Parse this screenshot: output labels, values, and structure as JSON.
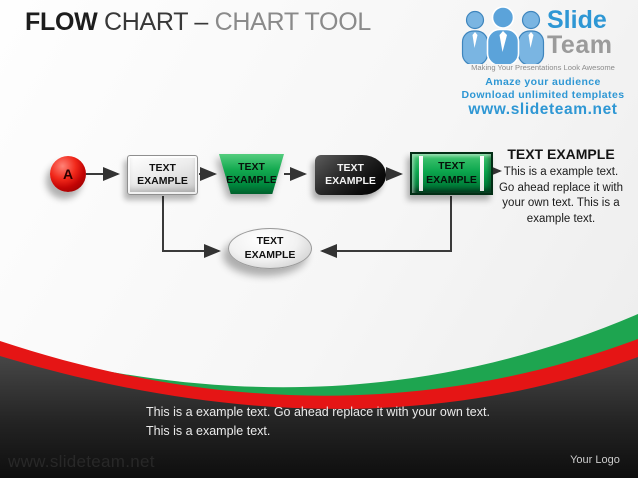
{
  "title": {
    "part1": "FLOW",
    "part2": " CHART – ",
    "part3": "CHART TOOL"
  },
  "logo": {
    "brand_top": "Slide",
    "brand_bottom": "Team",
    "tagline": "Making Your Presentations Look Awesome",
    "promo_line1": "Amaze your audience",
    "promo_line2": "Download unlimited templates",
    "website": "www.slideteam.net"
  },
  "flowchart": {
    "start_label": "A",
    "nodes": [
      {
        "shape": "beveled-rectangle",
        "label": "TEXT EXAMPLE"
      },
      {
        "shape": "trapezoid",
        "label": "TEXT EXAMPLE"
      },
      {
        "shape": "delay",
        "label": "TEXT EXAMPLE"
      },
      {
        "shape": "predefined-process",
        "label": "TEXT EXAMPLE"
      },
      {
        "shape": "ellipse",
        "label": "TEXT EXAMPLE"
      }
    ],
    "result": {
      "heading": "TEXT EXAMPLE",
      "body": "This is a example text. Go ahead replace it with your own text. This is a example text."
    }
  },
  "footer": {
    "example_text": "This is a example text. Go ahead replace it with your own text. This is a example text.",
    "website": "www.slideteam.net",
    "logo_placeholder": "Your Logo"
  },
  "colors": {
    "accent_green": "#00a04a",
    "accent_red": "#e51a1a",
    "brand_blue": "#2e97d4",
    "dark_band": "#1c1c1c",
    "shape_black": "#111111",
    "shape_silver": "#e0e0e0"
  }
}
